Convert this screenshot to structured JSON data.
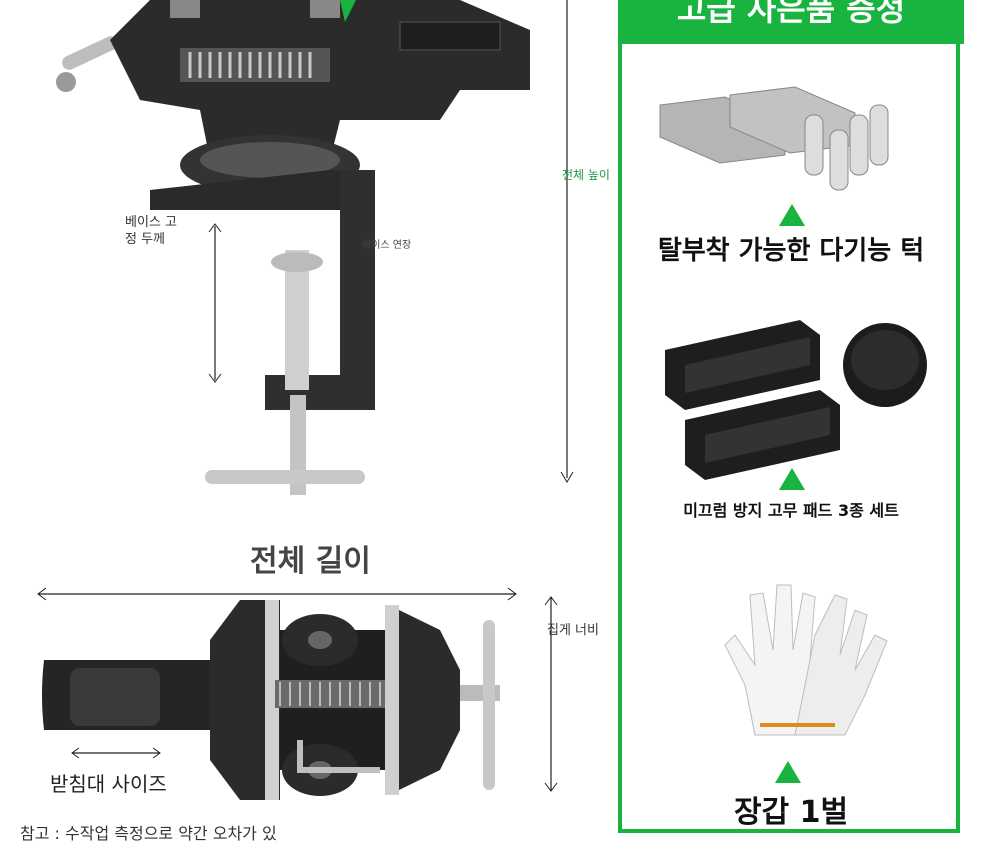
{
  "labels": {
    "base_thickness": "베이스 고\n정 두께",
    "base_extension": "베이스 연장",
    "total_height": "전체 높이",
    "total_length": "전체 길이",
    "jaw_width": "집게 너비",
    "anvil_size": "받침대 사이즈",
    "footer": "참고 : 수작업 측정으로 약간 오차가 있"
  },
  "panel": {
    "title": "고급 사은품 증정",
    "items": [
      {
        "label": "탈부착 가능한 다기능 턱"
      },
      {
        "label": "미끄럼 방지 고무 패드 3종 세트"
      },
      {
        "label": "장갑 1벌"
      }
    ]
  },
  "colors": {
    "accent": "#19b33f",
    "metal": "#2b2b2b",
    "steel": "#b9b9b9"
  }
}
